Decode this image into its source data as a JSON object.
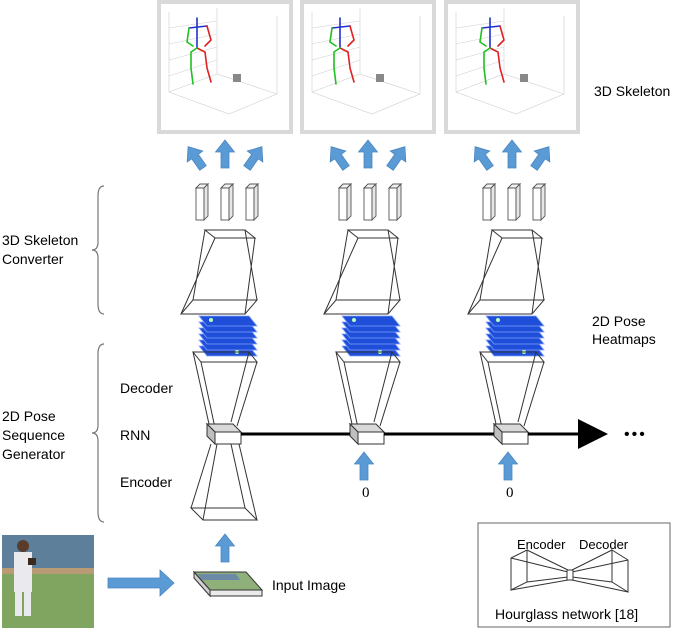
{
  "labels": {
    "skeleton_3d": "3D Skeleton",
    "converter_line1": "3D Skeleton",
    "converter_line2": "Converter",
    "heatmaps_line1": "2D Pose",
    "heatmaps_line2": "Heatmaps",
    "decoder": "Decoder",
    "rnn": "RNN",
    "encoder": "Encoder",
    "generator_line1": "2D Pose",
    "generator_line2": "Sequence",
    "generator_line3": "Generator",
    "input_image": "Input Image",
    "zero_1": "0",
    "zero_2": "0",
    "ellipsis": "•••"
  },
  "legend": {
    "encoder": "Encoder",
    "decoder": "Decoder",
    "caption": "Hourglass network [18]"
  },
  "colors": {
    "arrow_blue": "#5b9bd5",
    "arrow_blue_border": "#4a86c0",
    "heatmap_blue": "#1f4fd8",
    "heatmap_border": "#7fa0ff",
    "skeleton_right": "#e02020",
    "skeleton_left": "#20c020",
    "skeleton_spine": "#2030d0",
    "panel_border": "#d9d9d9"
  }
}
